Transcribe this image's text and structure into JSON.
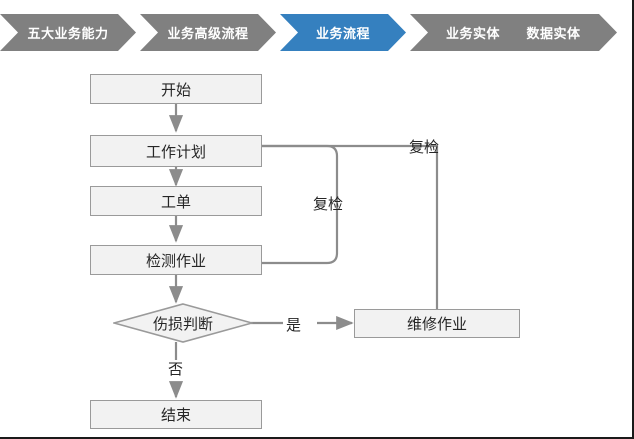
{
  "breadcrumb": {
    "items": [
      {
        "label": "五大业务能力",
        "state": "inactive"
      },
      {
        "label": "业务高级流程",
        "state": "inactive"
      },
      {
        "label": "业务流程",
        "state": "active"
      },
      {
        "label": "业务实体",
        "state": "inactive"
      },
      {
        "label": "数据实体",
        "state": "inactive"
      }
    ],
    "colors": {
      "inactive": "#808080",
      "active": "#3580bf",
      "text": "#ffffff"
    }
  },
  "flowchart": {
    "colors": {
      "node_fill": "#f2f2f2",
      "node_border": "#9a9a9a",
      "connector": "#8c8c8c",
      "text": "#262626"
    },
    "nodes": [
      {
        "id": "start",
        "label": "开始",
        "shape": "rect"
      },
      {
        "id": "work_plan",
        "label": "工作计划",
        "shape": "rect"
      },
      {
        "id": "work_order",
        "label": "工单",
        "shape": "rect"
      },
      {
        "id": "inspection",
        "label": "检测作业",
        "shape": "rect"
      },
      {
        "id": "damage",
        "label": "伤损判断",
        "shape": "diamond"
      },
      {
        "id": "repair",
        "label": "维修作业",
        "shape": "rect"
      },
      {
        "id": "end",
        "label": "结束",
        "shape": "rect"
      }
    ],
    "edge_labels": [
      {
        "id": "recheck_inner",
        "label": "复检"
      },
      {
        "id": "recheck_outer",
        "label": "复检"
      },
      {
        "id": "yes",
        "label": "是"
      },
      {
        "id": "no",
        "label": "否"
      }
    ]
  }
}
